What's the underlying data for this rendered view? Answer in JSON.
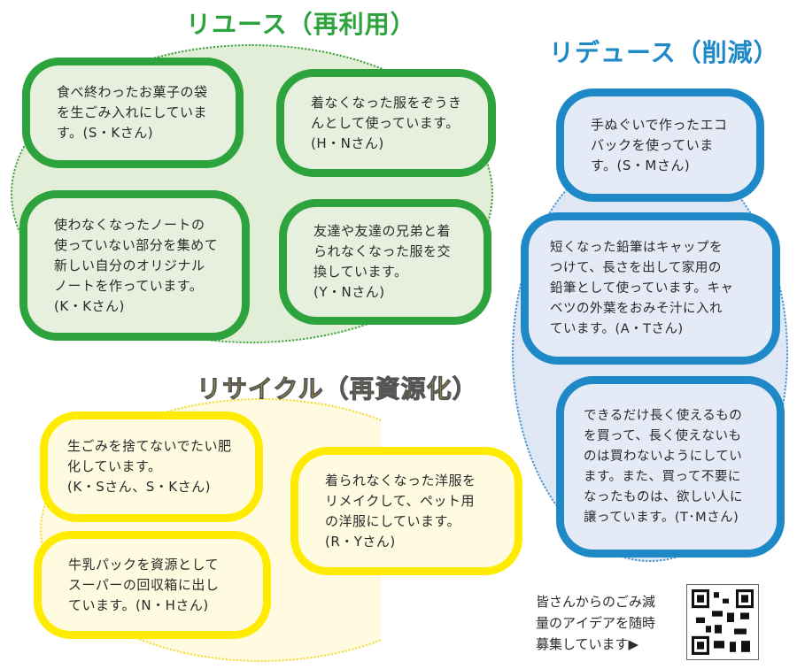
{
  "reuse": {
    "title": "リユース（再利用）",
    "items": [
      "食べ終わったお菓子の袋\nを生ごみ入れにしていま\nす。(S・Kさん)",
      "着なくなった服をぞうき\nんとして使っています。\n(H・Nさん)",
      "使わなくなったノートの\n使っていない部分を集めて\n新しい自分のオリジナル\nノートを作っています。\n(K・Kさん)",
      "友達や友達の兄弟と着\nられなくなった服を交\n換しています。\n(Y・Nさん)"
    ]
  },
  "reduce": {
    "title": "リデュース（削減）",
    "items": [
      "手ぬぐいで作ったエコ\nバックを使っていま\nす。(S・Mさん)",
      "短くなった鉛筆はキャップを\nつけて、長さを出して家用の\n鉛筆として使っています。キャ\nベツの外葉をおみそ汁に入れ\nています。(A・Tさん)",
      "できるだけ長く使えるもの\nを買って、長く使えないも\nのは買わないようにしてい\nます。また、買って不要に\nなったものは、欲しい人に\n譲っています。(T･Mさん)"
    ]
  },
  "recycle": {
    "title": "リサイクル（再資源化）",
    "items": [
      "生ごみを捨てないでたい肥\n化しています。\n(K・Sさん、S・Kさん)",
      "着られなくなった洋服を\nリメイクして、ペット用\nの洋服にしています。\n(R・Yさん)",
      "牛乳パックを資源として\nスーパーの回収箱に出し\nています。(N・Hさん)"
    ]
  },
  "footer": {
    "text": "皆さんからのごみ減\n量のアイデアを随時\n募集しています▶",
    "qr_icon": "qr-code-icon"
  },
  "colors": {
    "green": "#2ca33c",
    "blue": "#1f89c7",
    "yellow": "#ffeb00"
  }
}
